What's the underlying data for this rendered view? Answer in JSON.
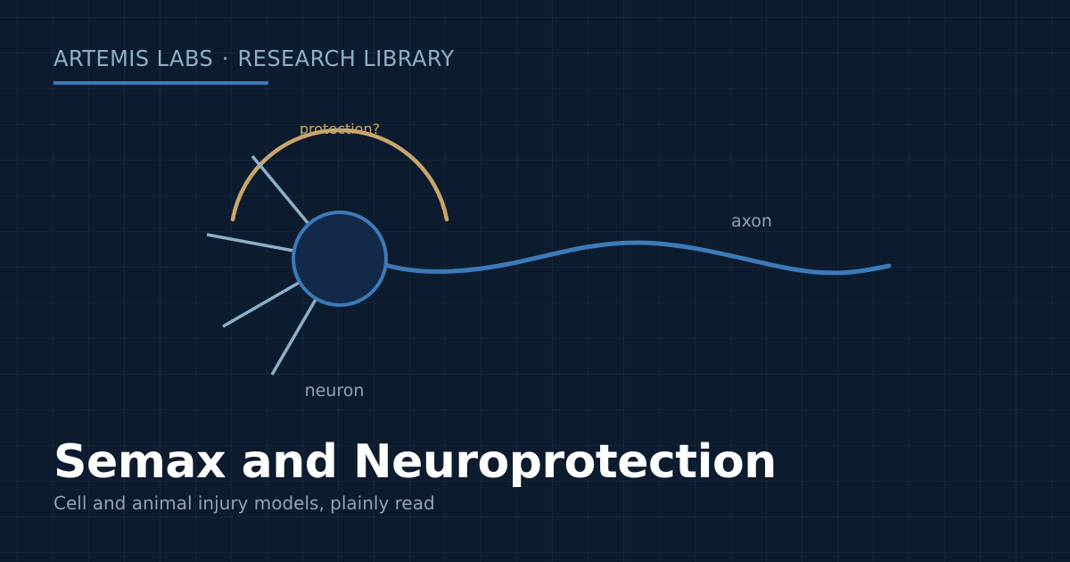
{
  "header": {
    "org": "ARTEMIS LABS",
    "separator": "·",
    "section": "RESEARCH LIBRARY"
  },
  "illustration": {
    "arc_label": "protection?",
    "cell_label": "neuron",
    "axon_label": "axon"
  },
  "title": "Semax and Neuroprotection",
  "subtitle": "Cell and animal injury models, plainly read",
  "colors": {
    "background": "#0d1b2e",
    "accent_blue": "#3d7ab8",
    "accent_gold": "#c9a66b",
    "dendrite": "#8db0c8",
    "title": "#ffffff",
    "muted_text": "#8ea4bb"
  }
}
